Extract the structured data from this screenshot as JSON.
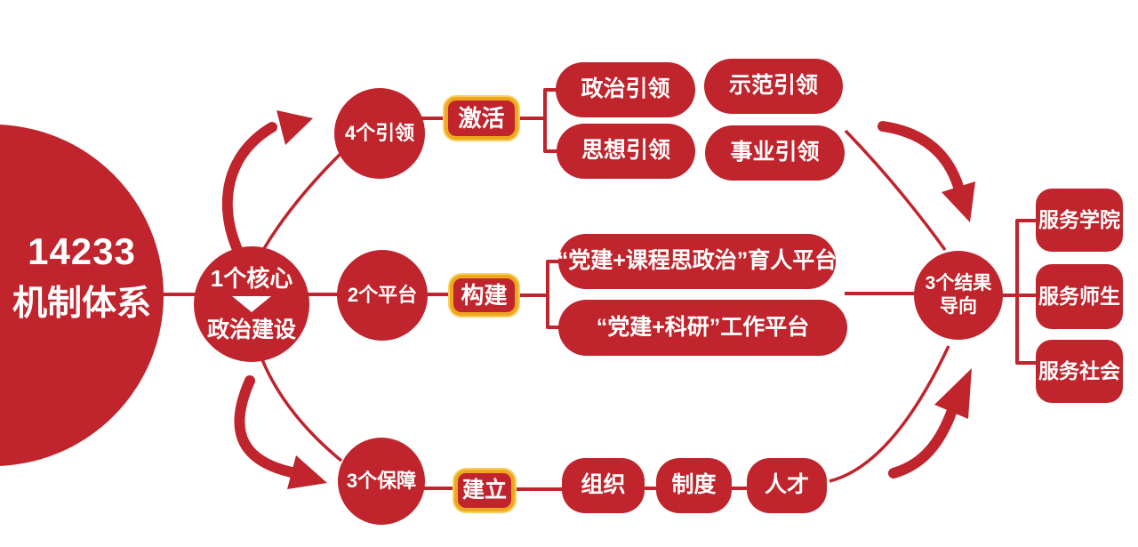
{
  "colors": {
    "red": "#c0242c",
    "gold_border": "#efa71f",
    "gold_outer": "#f9d060",
    "text": "#ffffff",
    "background": "#ffffff"
  },
  "root": {
    "line1": "14233",
    "line2": "机制体系"
  },
  "core": {
    "line1": "1个核心",
    "line2": "政治建设"
  },
  "branches": {
    "leads": {
      "node": "4个引领",
      "action": "激活",
      "items": [
        "政治引领",
        "示范引领",
        "思想引领",
        "事业引领"
      ]
    },
    "platforms": {
      "node": "2个平台",
      "action": "构建",
      "items": [
        "“党建+课程思政治”育人平台",
        "“党建+科研”工作平台"
      ]
    },
    "guarantees": {
      "node": "3个保障",
      "action": "建立",
      "items": [
        "组织",
        "制度",
        "人才"
      ]
    }
  },
  "result": {
    "node_line1": "3个结果",
    "node_line2": "导向",
    "items": [
      "服务学院",
      "服务师生",
      "服务社会"
    ]
  }
}
